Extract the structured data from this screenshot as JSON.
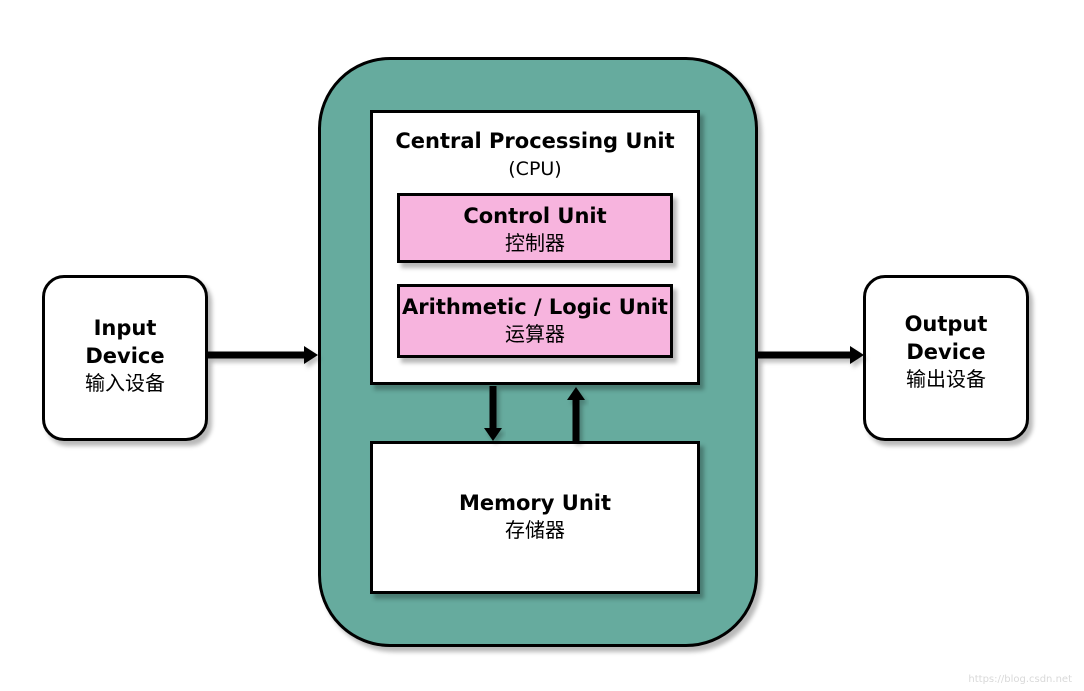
{
  "colors": {
    "computer_fill": "#66ab9e",
    "unit_fill": "#f7b4de",
    "box_fill": "#ffffff",
    "stroke": "#000000"
  },
  "cpu": {
    "title": "Central Processing Unit",
    "subtitle": "(CPU)"
  },
  "control_unit": {
    "en": "Control Unit",
    "zh": "控制器"
  },
  "alu": {
    "en": "Arithmetic / Logic Unit",
    "zh": "运算器"
  },
  "memory_unit": {
    "en": "Memory Unit",
    "zh": "存储器"
  },
  "input_device": {
    "line1": "Input",
    "line2": "Device",
    "zh": "输入设备"
  },
  "output_device": {
    "line1": "Output",
    "line2": "Device",
    "zh": "输出设备"
  },
  "watermark": "https://blog.csdn.net"
}
